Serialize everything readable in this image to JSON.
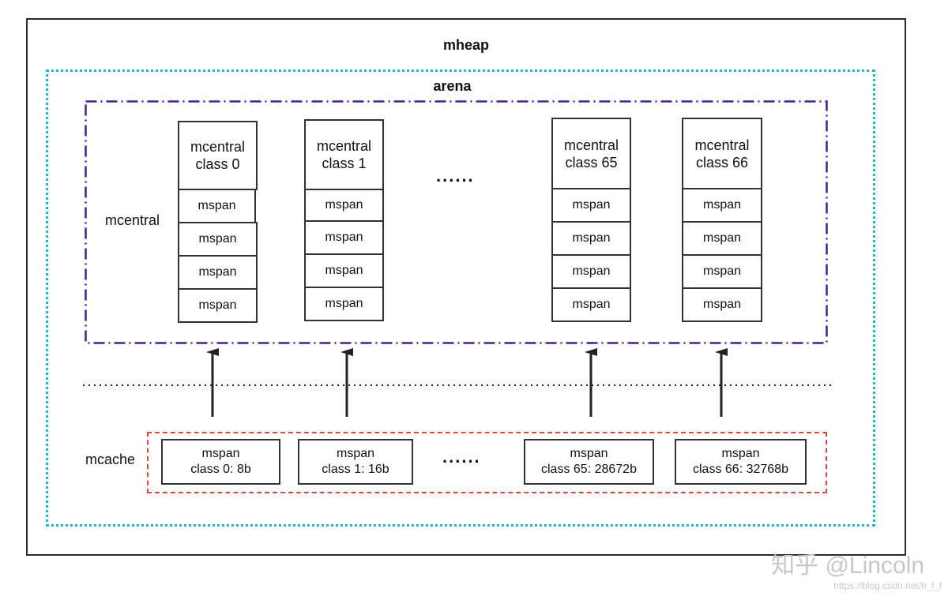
{
  "titles": {
    "mheap": "mheap",
    "arena": "arena"
  },
  "labels": {
    "mcentral": "mcentral",
    "mcache": "mcache"
  },
  "ellipsis": "......",
  "mcentral_columns": [
    {
      "line1": "mcentral",
      "line2": "class 0",
      "spans": [
        "mspan",
        "mspan",
        "mspan",
        "mspan"
      ]
    },
    {
      "line1": "mcentral",
      "line2": "class 1",
      "spans": [
        "mspan",
        "mspan",
        "mspan",
        "mspan"
      ]
    },
    {
      "line1": "mcentral",
      "line2": "class 65",
      "spans": [
        "mspan",
        "mspan",
        "mspan",
        "mspan"
      ]
    },
    {
      "line1": "mcentral",
      "line2": "class 66",
      "spans": [
        "mspan",
        "mspan",
        "mspan",
        "mspan"
      ]
    }
  ],
  "mcache_items": [
    {
      "line1": "mspan",
      "line2": "class 0: 8b"
    },
    {
      "line1": "mspan",
      "line2": "class 1: 16b"
    },
    {
      "line1": "mspan",
      "line2": "class 65: 28672b"
    },
    {
      "line1": "mspan",
      "line2": "class 66: 32768b"
    }
  ],
  "watermark": {
    "text": "知乎 @Lincoln",
    "url": "https://blog.csdn.net/h_l_f"
  },
  "colors": {
    "border": "#2b2b2b",
    "arena": "#1ab8c8",
    "mcentral_region": "#4b1f8a",
    "mcache_region": "#e0463c"
  }
}
